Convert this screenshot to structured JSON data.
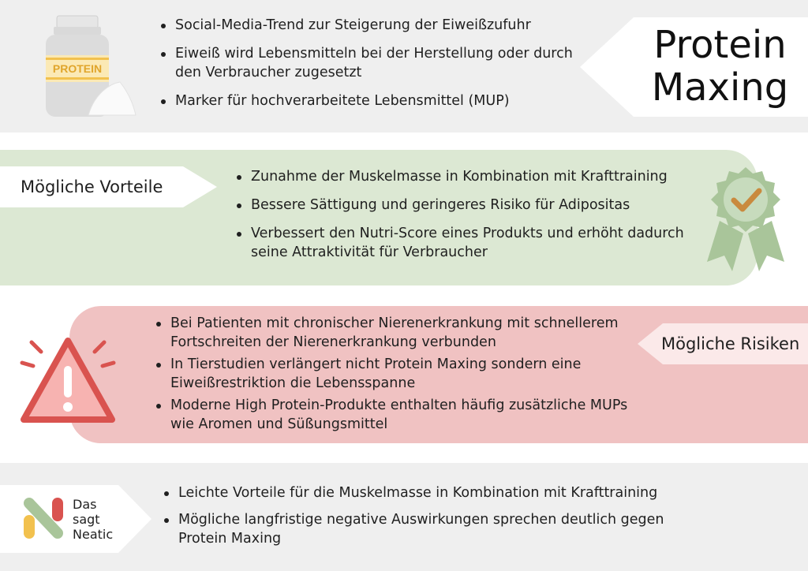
{
  "intro": {
    "title_line1": "Protein",
    "title_line2": "Maxing",
    "bottle_label": "PROTEIN",
    "bullets": [
      "Social-Media-Trend zur Steigerung der Eiweißzufuhr",
      "Eiweiß wird Lebensmitteln bei der Herstellung oder durch den Verbraucher zugesetzt",
      "Marker für hochverarbeitete Lebensmittel (MUP)"
    ]
  },
  "benefits": {
    "label": "Mögliche Vorteile",
    "bullets": [
      "Zunahme der Muskelmasse in Kombination mit Krafttraining",
      "Bessere Sättigung und geringeres Risiko für Adipositas",
      "Verbessert den Nutri-Score eines Produkts und erhöht dadurch seine Attraktivität für Verbraucher"
    ]
  },
  "risks": {
    "label": "Mögliche Risiken",
    "bullets": [
      "Bei Patienten mit chronischer Nierenerkrankung mit schnellerem Fortschreiten der Nierenerkrankung verbunden",
      "In Tierstudien verlängert nicht Protein Maxing sondern eine Eiweißrestriktion die Lebensspanne",
      "Moderne High Protein-Produkte enthalten häufig zusätzliche MUPs wie Aromen und Süßungsmittel"
    ]
  },
  "verdict": {
    "label_line1": "Das",
    "label_line2": "sagt",
    "label_line3": "Neatic",
    "bullets": [
      "Leichte Vorteile für die Muskelmasse in Kombination mit Krafttraining",
      "Mögliche langfristige negative Auswirkungen sprechen deutlich gegen Protein Maxing"
    ]
  },
  "icons": {
    "bottle": "protein-bottle-icon",
    "badge": "checkmark-rosette-icon",
    "warning": "warning-triangle-icon",
    "logo": "neatic-logo-icon"
  },
  "colors": {
    "green_band": "#dce8d3",
    "red_band": "#f0c2c2",
    "grey_band": "#efefef",
    "badge_green": "#a9c59a",
    "check_orange": "#c98a3e",
    "warning_red": "#d9534f",
    "label_yellow": "#f2c14e"
  }
}
